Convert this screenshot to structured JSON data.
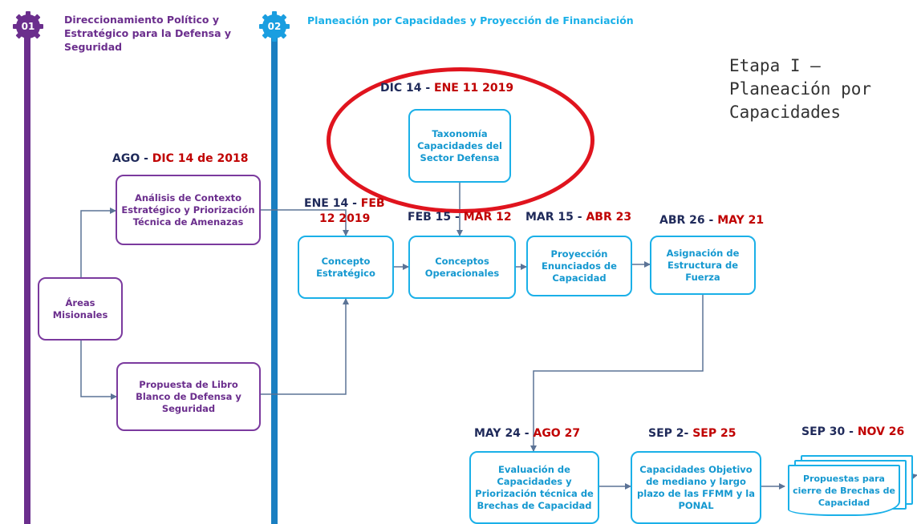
{
  "headers": {
    "stage1": {
      "number": "01",
      "title": "Direccionamiento Político y Estratégico para la Defensa y Seguridad"
    },
    "stage2": {
      "number": "02",
      "title": "Planeación por Capacidades y Proyección de Financiación"
    }
  },
  "etapa": {
    "line1": "Etapa I –",
    "line2": "Planeación por",
    "line3": "Capacidades"
  },
  "dates": {
    "taxonomia": {
      "start": "DIC 14 - ",
      "end": "ENE 11 2019"
    },
    "analisis": {
      "start": "AGO - ",
      "end": "DIC 14 de 2018"
    },
    "concepto": {
      "start": "ENE 14 - ",
      "end": "FEB",
      "line2": "12 2019"
    },
    "operacionales": {
      "start": "FEB 15 - ",
      "end": "MAR 12"
    },
    "proyeccion": {
      "start": "MAR 15 - ",
      "end": "ABR 23"
    },
    "asignacion": {
      "start": "ABR 26 - ",
      "end": "MAY 21"
    },
    "evaluacion": {
      "start": "MAY 24 - ",
      "end": "AGO 27"
    },
    "capacidades": {
      "start": "SEP 2- ",
      "end": "SEP 25"
    },
    "propuestas": {
      "start": "SEP 30 - ",
      "end": "NOV 26"
    }
  },
  "boxes": {
    "areas": "Áreas Misionales",
    "analisis": "Análisis de Contexto Estratégico y Priorización Técnica de Amenazas",
    "libro": "Propuesta de Libro Blanco de Defensa y Seguridad",
    "taxonomia": "Taxonomía Capacidades del Sector Defensa",
    "concepto": "Concepto Estratégico",
    "operacionales": "Conceptos Operacionales",
    "proyeccion": "Proyección Enunciados de Capacidad",
    "asignacion": "Asignación de Estructura de Fuerza",
    "evaluacion": "Evaluación de Capacidades y Priorización técnica de Brechas de Capacidad",
    "capacidades": "Capacidades Objetivo de mediano y largo plazo de las FFMM y la PONAL",
    "propuestas": "Propuestas para cierre de Brechas de Capacidad"
  },
  "colors": {
    "purple": "#6b2e8d",
    "blue": "#1a7fc1",
    "cyan": "#1ab0e8",
    "date_red": "#c00000",
    "date_navy": "#1f2a5a",
    "ellipse": "#e0141e",
    "connector": "#5b7396"
  }
}
